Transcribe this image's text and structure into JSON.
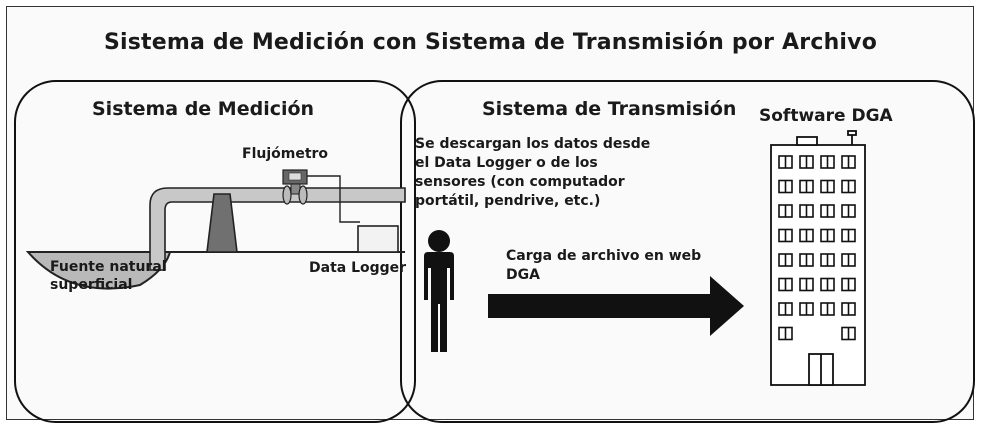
{
  "title": "Sistema de Medición con Sistema de Transmisión por Archivo",
  "medicion": {
    "title": "Sistema de Medición",
    "flowmeter_label": "Flujómetro",
    "source_label": "Fuente natural\nsuperficial",
    "logger_label": "Data Logger"
  },
  "transmision": {
    "title": "Sistema de Transmisión",
    "download_text": "Se descargan los datos desde\nel Data Logger o de los\nsensores (con computador\nportátil, pendrive, etc.)",
    "upload_text": "Carga de archivo en web\nDGA"
  },
  "software": {
    "title": "Software DGA"
  }
}
